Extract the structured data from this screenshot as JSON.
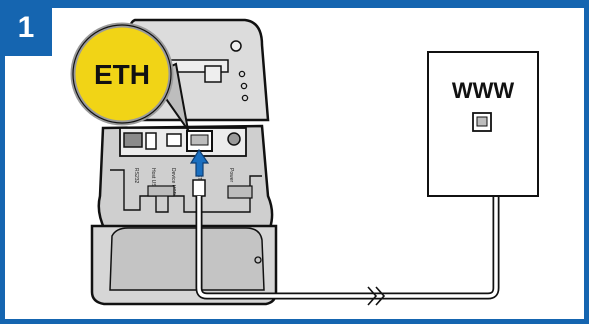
{
  "step": {
    "number": "1"
  },
  "callout": {
    "label": "ETH"
  },
  "wall_outlet": {
    "label": "WWW"
  },
  "port_labels": [
    "RS232",
    "Host USB",
    "Device USB",
    "ETH",
    "Power"
  ],
  "colors": {
    "frame_blue": "#1565b0",
    "callout_yellow": "#f1d416",
    "device_gray": "#c9c9c9",
    "arrow_blue": "#1a6fc0"
  }
}
